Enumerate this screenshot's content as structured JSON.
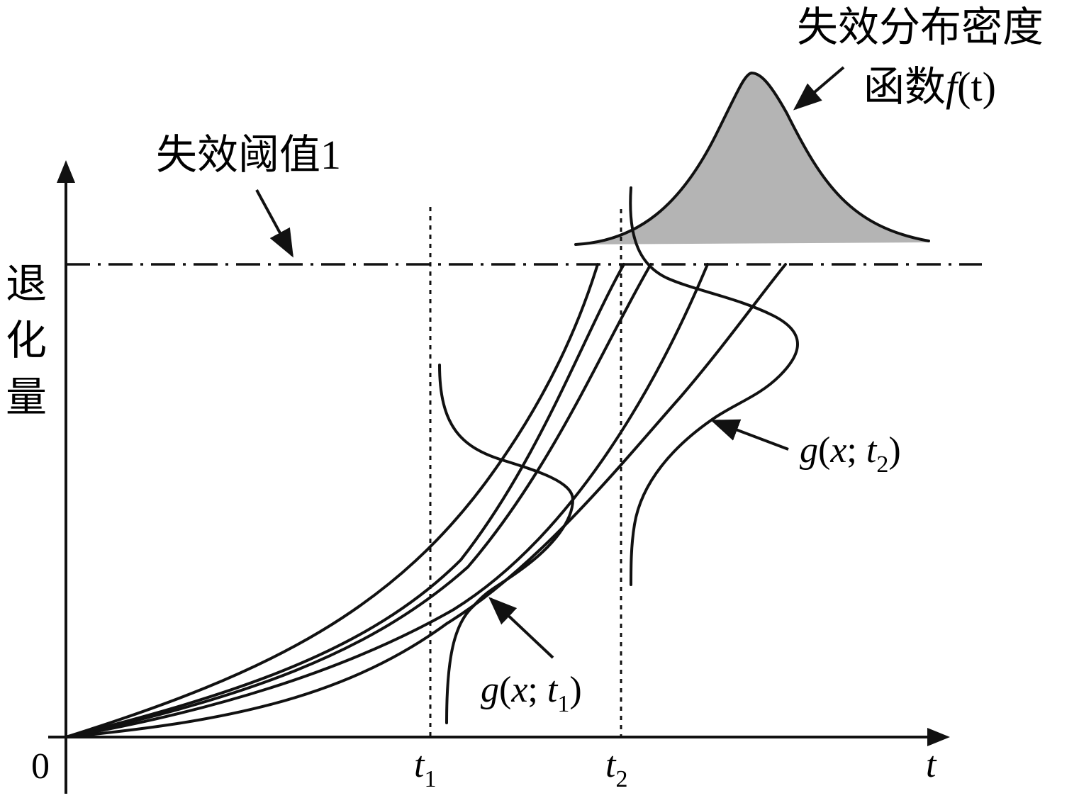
{
  "labels": {
    "threshold": "失效阈值1",
    "density_line1": "失效分布密度",
    "density_line2_prefix": "函数",
    "density_func": "f",
    "density_arg": "(t)",
    "y_axis": [
      "退",
      "化",
      "量"
    ],
    "origin": "0",
    "x_axis": "t",
    "t1_main": "t",
    "t1_sub": "1",
    "t2_main": "t",
    "t2_sub": "2",
    "g1_func": "g",
    "g1_open": "(",
    "g1_x": "x",
    "g1_sep": "; ",
    "g1_t": "t",
    "g1_sub": "1",
    "g1_close": ")",
    "g2_func": "g",
    "g2_open": "(",
    "g2_x": "x",
    "g2_sep": "; ",
    "g2_t": "t",
    "g2_sub": "2",
    "g2_close": ")"
  },
  "colors": {
    "stroke": "#111111",
    "density_fill": "#b4b4b4"
  }
}
